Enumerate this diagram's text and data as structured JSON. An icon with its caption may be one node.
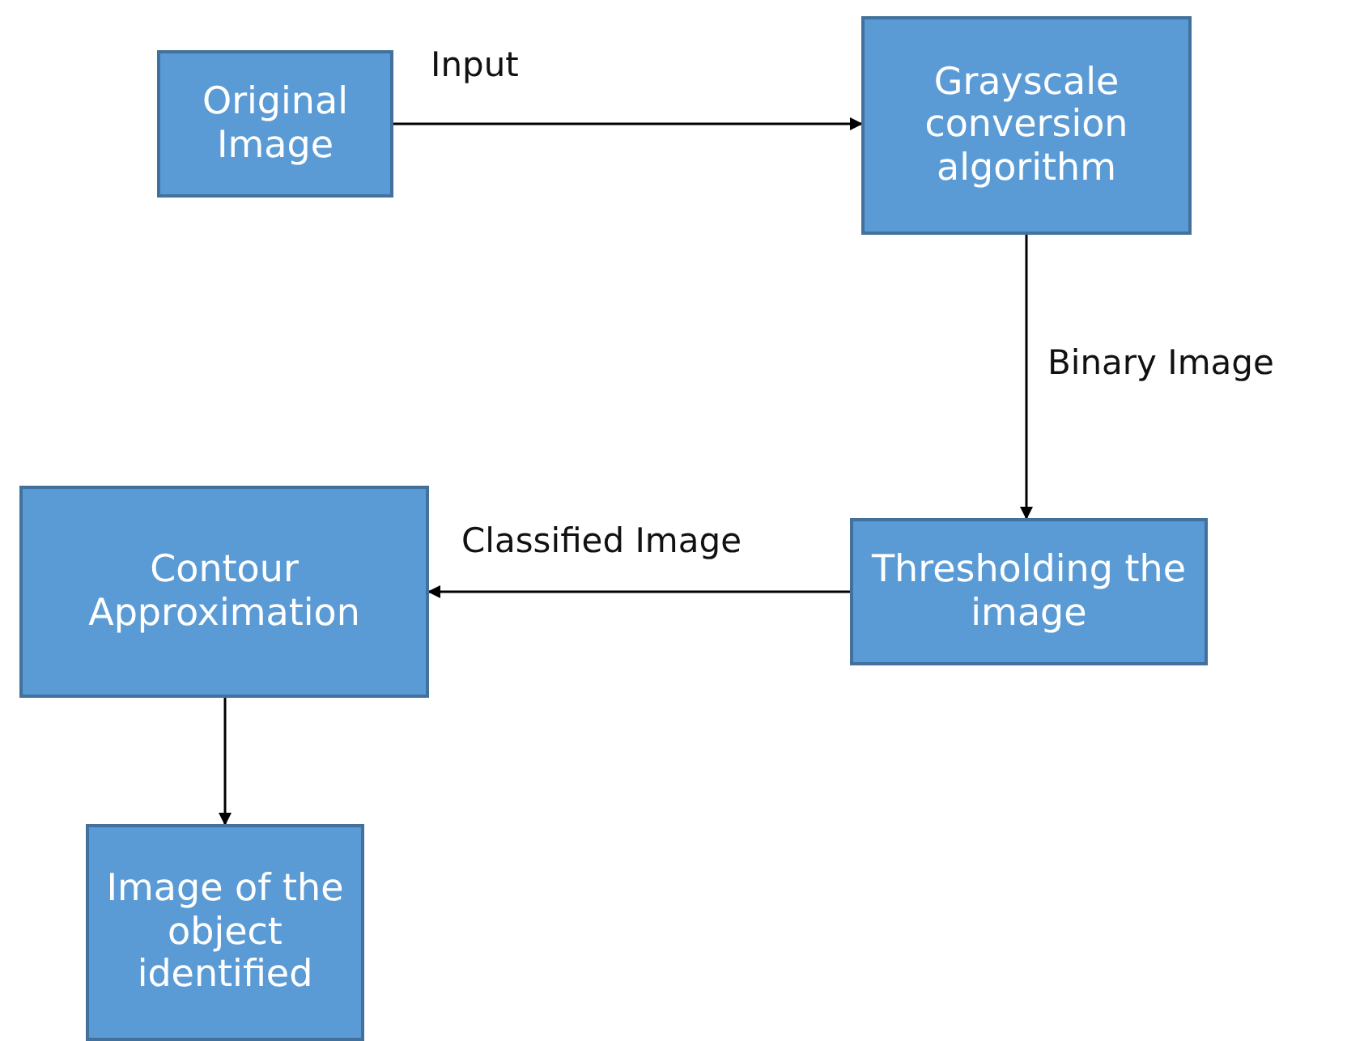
{
  "diagram": {
    "nodes": [
      {
        "text": [
          "Original Image"
        ]
      },
      {
        "text": [
          "Grayscale conversion algorithm"
        ]
      },
      {
        "text": [
          "Thresholding the image"
        ]
      },
      {
        "text": [
          "Contour Approximation"
        ]
      },
      {
        "text": [
          "Image of the object identified"
        ]
      }
    ],
    "edges": [
      {
        "from": 0,
        "to": 1,
        "arrow": "to",
        "label": "Input"
      },
      {
        "from": 1,
        "to": 2,
        "arrow": "to",
        "label": "Binary Image"
      },
      {
        "from": 2,
        "to": 3,
        "arrow": "to",
        "label": "Classified Image"
      },
      {
        "from": 3,
        "to": 4,
        "arrow": "to"
      }
    ]
  }
}
